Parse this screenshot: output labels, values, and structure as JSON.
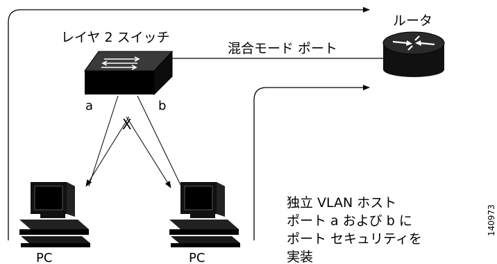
{
  "labels": {
    "switch": "レイヤ 2 スイッチ",
    "router": "ルータ",
    "promiscuous_port": "混合モード ポート",
    "port_a": "a",
    "port_b": "b",
    "blocked_mark": "X",
    "pc_left": "PC",
    "pc_right": "PC",
    "figure_id": "140973"
  },
  "note": {
    "line1": "独立 VLAN ホスト",
    "line2": "ポート a および b に",
    "line3": "ポート セキュリティを",
    "line4": "実装"
  }
}
